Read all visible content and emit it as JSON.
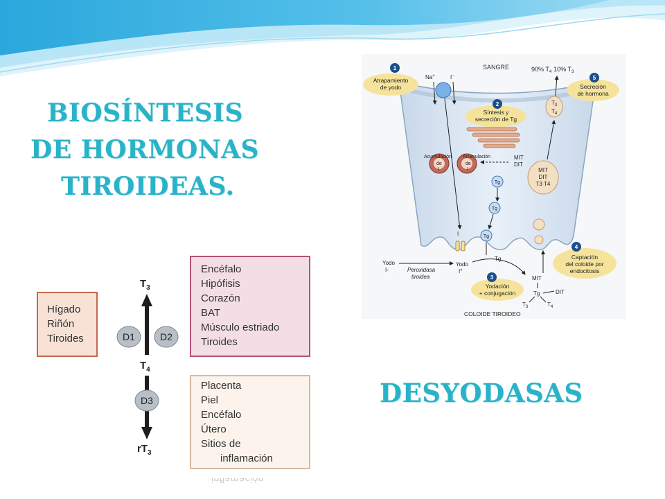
{
  "slide": {
    "title_lines": [
      "BIOSÍNTESIS",
      "DE HORMONAS",
      "TIROIDEAS."
    ],
    "subtitle": "DESYODASAS",
    "accent_color": "#2ab3c8",
    "header_wave_colors": [
      "#1fa4d8",
      "#7fd0ef",
      "#dff3fb"
    ]
  },
  "thyroid_diagram": {
    "top_label": "SANGRE",
    "bottom_label": "COLOIDE TIROIDEO",
    "secretion_ratio": {
      "t4": "90% T",
      "t4_sub": "4",
      "t3": "10% T",
      "t3_sub": "3"
    },
    "steps": [
      {
        "number": "1",
        "lines": [
          "Atrapamiento",
          "de yodo"
        ]
      },
      {
        "number": "2",
        "lines": [
          "Síntesis y",
          "secreción de Tg"
        ]
      },
      {
        "number": "3",
        "lines": [
          "Yodación",
          "+ conjugación"
        ]
      },
      {
        "number": "4",
        "lines": [
          "Captación",
          "del coloide por",
          "endocitosis"
        ]
      },
      {
        "number": "5",
        "lines": [
          "Secreción",
          "de hormona"
        ]
      }
    ],
    "ions": {
      "na": "Na",
      "na_sup": "+",
      "iodide": "I",
      "iodide_sup": "−"
    },
    "accumulation_lines": [
      "Acumulación",
      "de",
      "I"
    ],
    "mit_dit_lines": [
      "MIT",
      "DIT"
    ],
    "vesicle_lines": [
      "MIT",
      "DIT",
      "T3 T4"
    ],
    "hormone_vesicle": {
      "t": "T",
      "s3": "3",
      "s4": "4"
    },
    "tg": "Tg",
    "iodide_label": "I",
    "peroxidase_lines": [
      "Peroxidasa",
      "tiroidea"
    ],
    "iodine_left_lines": [
      "Yodo",
      "I-"
    ],
    "iodine_right_lines": [
      "Yodo",
      "I°"
    ],
    "colloid_labels": {
      "mit": "MIT",
      "dit": "DIT",
      "tg": "Tg",
      "t3": "T",
      "t3_sub": "3",
      "t4": "T",
      "t4_sub": "4",
      "tg_arrow": "Tg"
    }
  },
  "deiodinase_diagram": {
    "left_box": [
      "Hígado",
      "Riñón",
      "Tiroides"
    ],
    "top_right_box": [
      "Encéfalo",
      "Hipófisis",
      "Corazón",
      "BAT",
      "Músculo estriado",
      "Tiroides"
    ],
    "bottom_right_box": [
      "Placenta",
      "Piel",
      "Encéfalo",
      "Útero",
      "Sitios de",
      "inflamación"
    ],
    "enzymes": [
      "D1",
      "D2",
      "D3"
    ],
    "hormones": {
      "t3": "T",
      "t3_sub": "3",
      "t4": "T",
      "t4_sub": "4",
      "rt3": "rT",
      "rt3_sub": "3"
    },
    "colors": {
      "left_border": "#c2684b",
      "left_fill": "#f8e2d6",
      "top_border": "#b4527a",
      "top_fill": "#f4dee6",
      "bottom_border": "#d6b9a2",
      "bottom_fill": "#fbf3ec",
      "enzyme_fill": "#b8bfc6"
    }
  }
}
